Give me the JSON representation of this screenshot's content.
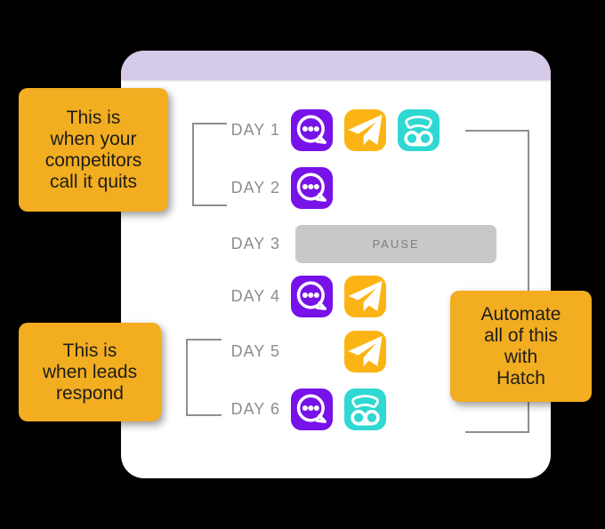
{
  "page": {
    "background": "#000000"
  },
  "card": {
    "header_color": "#d5cae8",
    "body_color": "#ffffff"
  },
  "days": [
    {
      "label": "DAY 1",
      "channels": [
        "chat",
        "send",
        "voicemail"
      ]
    },
    {
      "label": "DAY 2",
      "channels": [
        "chat"
      ]
    },
    {
      "label": "DAY 3",
      "pause_label": "PAUSE"
    },
    {
      "label": "DAY 4",
      "channels": [
        "chat",
        "send"
      ]
    },
    {
      "label": "DAY 5",
      "channels": [
        "send"
      ]
    },
    {
      "label": "DAY 6",
      "channels": [
        "chat",
        "voicemail"
      ]
    }
  ],
  "callouts": {
    "left_top": {
      "lines": [
        "This is",
        "when your",
        "competitors",
        "call it quits"
      ]
    },
    "left_bottom": {
      "lines": [
        "This is",
        "when leads",
        "respond"
      ]
    },
    "right": {
      "lines": [
        "Automate",
        "all of this",
        "with",
        "Hatch"
      ]
    }
  },
  "colors": {
    "chat_icon": "#7712e8",
    "send_icon": "#fcb414",
    "voicemail_icon": "#2fd8d2",
    "callout_bg": "#f2ad20",
    "pause_bar": "#c9c8c8",
    "pause_text": "#7f7f7f",
    "day_label": "#8d8d8d",
    "bracket_line": "#8f8f8f"
  }
}
